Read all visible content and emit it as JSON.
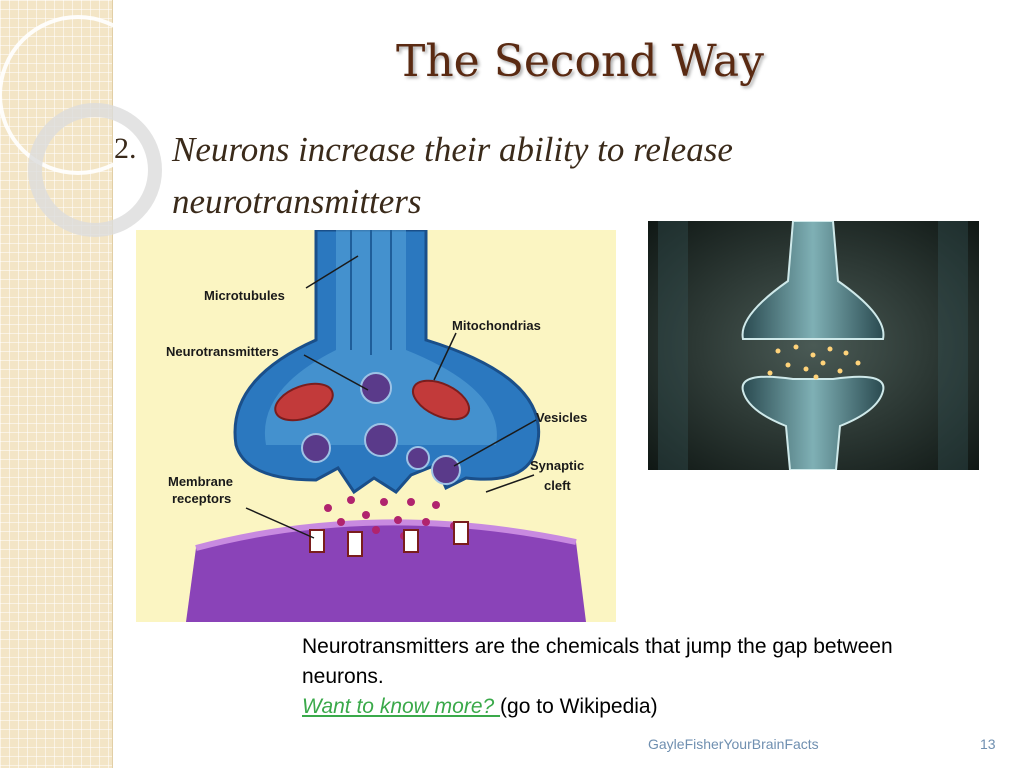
{
  "slide": {
    "title": "The Second Way",
    "bullet_number": "2.",
    "bullet_text": "Neurons increase their ability to release neurotransmitters",
    "caption_line1": "Neurotransmitters are the chemicals that jump the gap between neurons.",
    "link_text": "Want to know more? ",
    "link_suffix": "(go to Wikipedia)",
    "footer": "GayleFisherYourBrainFacts",
    "page_number": "13"
  },
  "diagram": {
    "labels": {
      "microtubules": "Microtubules",
      "neurotransmitters": "Neurotransmitters",
      "mitochondrias": "Mitochondrias",
      "vesicles": "Vesicles",
      "synaptic_cleft_1": "Synaptic",
      "synaptic_cleft_2": "cleft",
      "membrane_receptors_1": "Membrane",
      "membrane_receptors_2": "receptors"
    }
  },
  "colors": {
    "title": "#5a2a12",
    "link": "#3aa94a",
    "footer": "#6f8fb0",
    "band": "#f3e5c6"
  }
}
